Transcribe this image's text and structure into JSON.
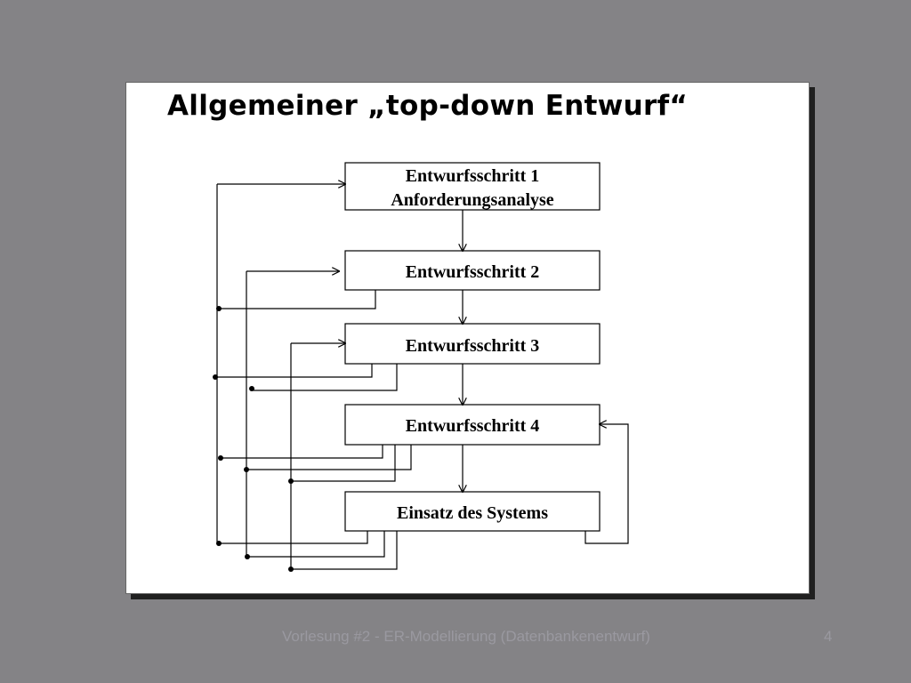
{
  "slide": {
    "title": "Allgemeiner „top-down Entwurf“"
  },
  "diagram": {
    "steps": [
      {
        "line1": "Entwurfsschritt 1",
        "line2": "Anforderungsanalyse"
      },
      {
        "line1": "Entwurfsschritt 2"
      },
      {
        "line1": "Entwurfsschritt 3"
      },
      {
        "line1": "Entwurfsschritt 4"
      },
      {
        "line1": "Einsatz des Systems"
      }
    ]
  },
  "footer": {
    "text": "Vorlesung #2 - ER-Modellierung (Datenbankenentwurf)",
    "page": "4"
  }
}
